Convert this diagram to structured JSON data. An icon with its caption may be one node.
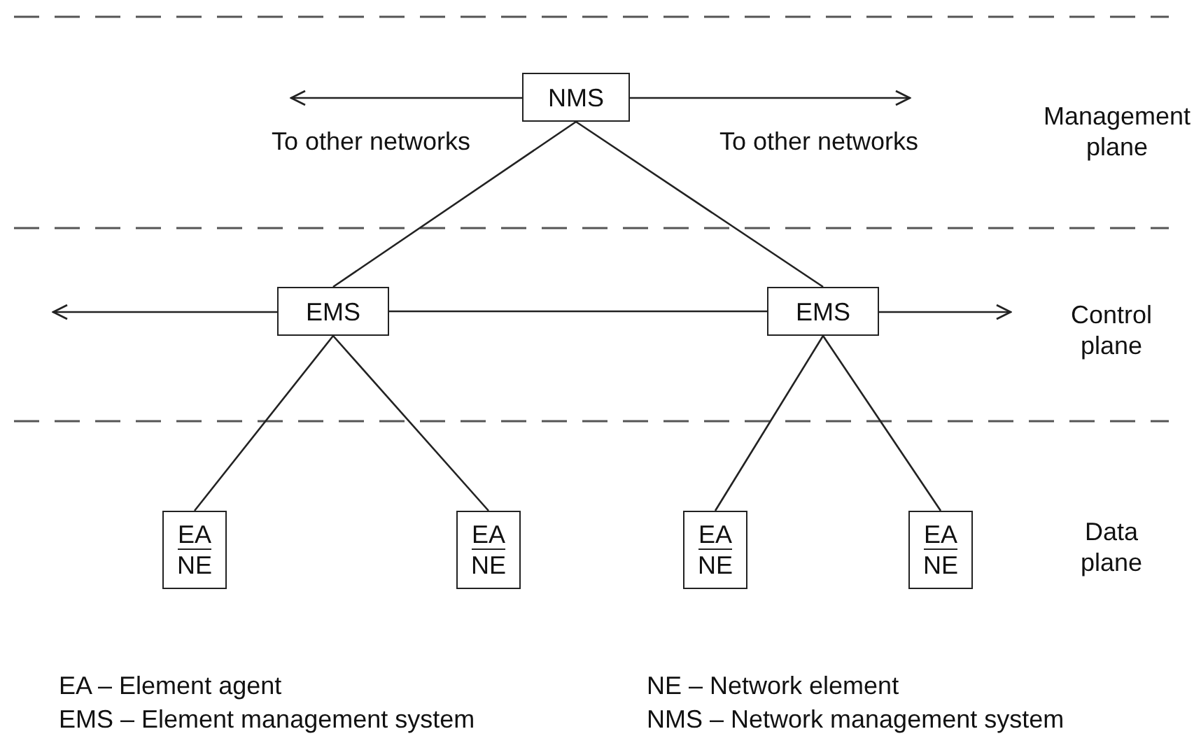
{
  "diagram": {
    "nodes": [
      {
        "text": [
          "NMS"
        ]
      },
      {
        "text": [
          "EMS"
        ]
      },
      {
        "text": [
          "EMS"
        ]
      },
      {
        "text": [
          "EA",
          "NE"
        ]
      },
      {
        "text": [
          "EA",
          "NE"
        ]
      },
      {
        "text": [
          "EA",
          "NE"
        ]
      },
      {
        "text": [
          "EA",
          "NE"
        ]
      }
    ],
    "edges": [
      {
        "from": 0,
        "to": null,
        "arrow": "to",
        "label": "To other networks"
      },
      {
        "from": 0,
        "to": null,
        "arrow": "to",
        "label": "To other networks"
      },
      {
        "from": 0,
        "to": 1,
        "arrow": "none"
      },
      {
        "from": 0,
        "to": 2,
        "arrow": "none"
      },
      {
        "from": 1,
        "to": 2,
        "arrow": "none"
      },
      {
        "from": 1,
        "to": null,
        "arrow": "to"
      },
      {
        "from": 2,
        "to": null,
        "arrow": "to"
      },
      {
        "from": 1,
        "to": 3,
        "arrow": "none"
      },
      {
        "from": 1,
        "to": 4,
        "arrow": "none"
      },
      {
        "from": 2,
        "to": 5,
        "arrow": "none"
      },
      {
        "from": 2,
        "to": 6,
        "arrow": "none"
      }
    ],
    "labels": [
      "Management plane",
      "Control plane",
      "Data plane",
      "EA – Element agent",
      "NE – Network element",
      "EMS – Element management system",
      "NMS – Network management system"
    ]
  }
}
